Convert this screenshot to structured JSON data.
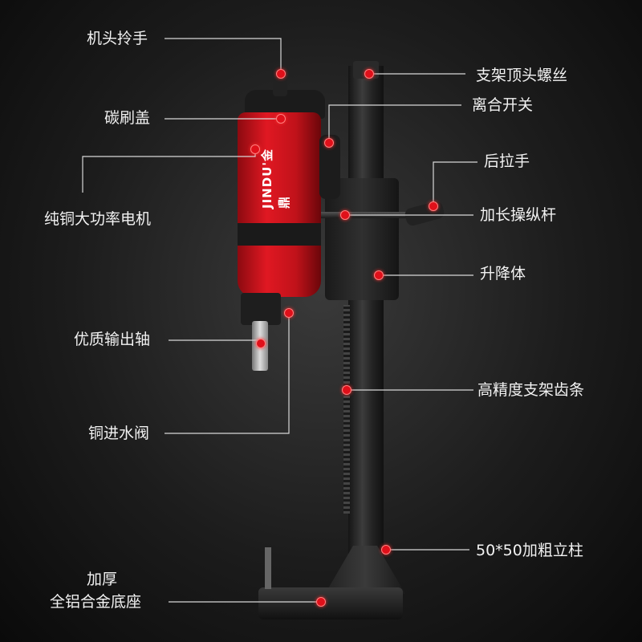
{
  "brand": {
    "logo_text": "JINDU'金鼎"
  },
  "labels": {
    "handle": "机头拎手",
    "brush_cover": "碳刷盖",
    "motor": "纯铜大功率电机",
    "output_shaft": "优质输出轴",
    "water_valve": "铜进水阀",
    "base_line1": "加厚",
    "base_line2": "全铝合金底座",
    "top_screw": "支架顶头螺丝",
    "clutch": "离合开关",
    "rear_handle": "后拉手",
    "lever": "加长操纵杆",
    "carriage": "升降体",
    "rack": "高精度支架齿条",
    "column": "50*50加粗立柱"
  },
  "colors": {
    "accent": "#e0101a",
    "body_red": "#d4121c"
  }
}
